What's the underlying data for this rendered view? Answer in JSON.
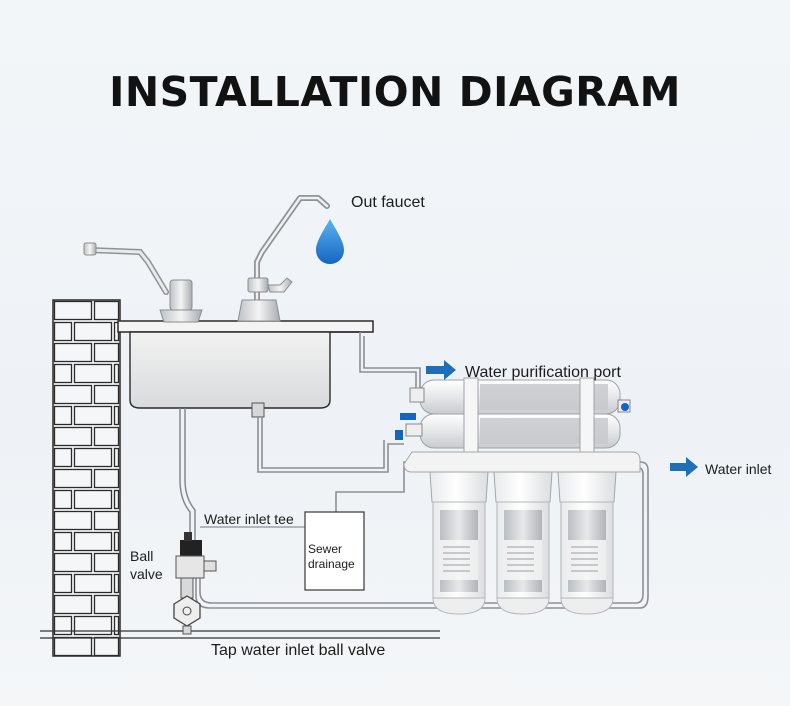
{
  "title": "INSTALLATION DIAGRAM",
  "labels": {
    "out_faucet": "Out faucet",
    "water_purification_port": "Water purification port",
    "water_inlet": "Water inlet",
    "water_inlet_tee": "Water inlet tee",
    "ball_valve_line1": "Ball",
    "ball_valve_line2": "valve",
    "sewer_line1": "Sewer",
    "sewer_line2": "drainage",
    "tap_water_inlet_ball_valve": "Tap water inlet ball valve"
  },
  "colors": {
    "arrow": "#1f6fb6",
    "water_drop": "#1e7fc8",
    "valve_handle": "#1565c0"
  },
  "icons": [
    "water-drop-icon",
    "arrow-right-icon"
  ]
}
